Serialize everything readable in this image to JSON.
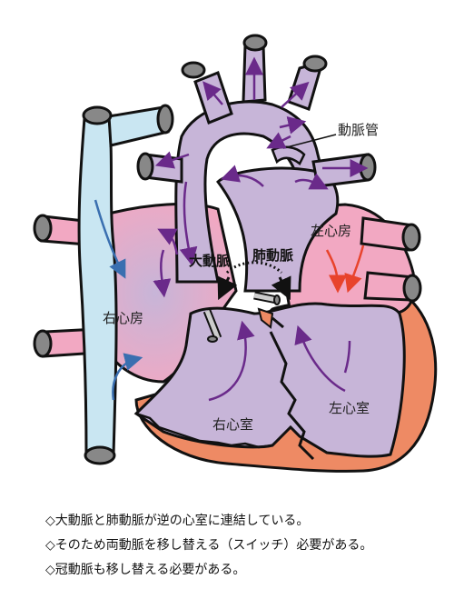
{
  "labels": {
    "ductus": "動脈管",
    "left_atrium": "左心房",
    "aorta": "大動脈",
    "pulmonary_artery": "肺動脈",
    "right_atrium": "右心房",
    "right_ventricle": "右心室",
    "left_ventricle": "左心室"
  },
  "notes": [
    "◇大動脈と肺動脈が逆の心室に連結している。",
    "◇そのため両動脈を移し替える（スイッチ）必要がある。",
    "◇冠動脈も移し替える必要がある。"
  ],
  "colors": {
    "venous": "#c9e6f2",
    "heart_wall": "#ee8a64",
    "chamber": "#c7b5d8",
    "atrium_pink": "#f2a8c2",
    "purple_arrow": "#6a2a8a",
    "blue_arrow": "#3a6fb0",
    "red_arrow": "#e8432c",
    "vessel_cap": "#888888"
  }
}
